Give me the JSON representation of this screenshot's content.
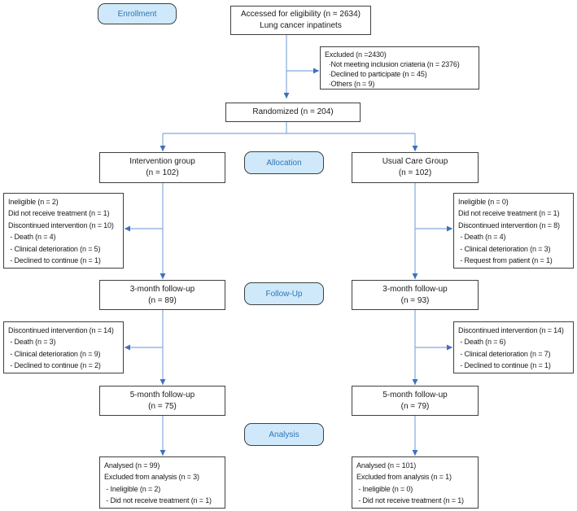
{
  "stage_labels": {
    "enrollment": "Enrollment",
    "allocation": "Allocation",
    "follow_up": "Follow-Up",
    "analysis": "Analysis"
  },
  "boxes": {
    "eligibility": {
      "lines": [
        "Accessed for eligibility (n = 2634)",
        "Lung cancer inpatinets"
      ]
    },
    "excluded": {
      "lines": [
        "Excluded (n =2430)",
        "  ·Not meeting inclusion criateria (n = 2376)",
        "  ·Declined to participate (n = 45)",
        "  ·Others (n = 9)"
      ]
    },
    "randomized": {
      "lines": [
        "Randomized (n = 204)"
      ]
    },
    "intervention_group": {
      "lines": [
        "Intervention group",
        "(n = 102)"
      ]
    },
    "usual_care_group": {
      "lines": [
        "Usual Care Group",
        "(n = 102)"
      ]
    },
    "intervention_dropout_1": {
      "lines": [
        "Ineligible (n = 2)",
        "Did not receive treatment (n = 1)",
        "Discontinued intervention (n = 10)",
        " - Death (n = 4)",
        " - Clinical deterioration (n = 5)",
        " - Declined to continue (n = 1)"
      ]
    },
    "usual_care_dropout_1": {
      "lines": [
        "Ineligible (n = 0)",
        "Did not receive treatment (n = 1)",
        "Discontinued intervention (n = 8)",
        " - Death (n = 4)",
        " - Clinical deterioration (n = 3)",
        " - Request from patient (n = 1)"
      ]
    },
    "followup3_intervention": {
      "lines": [
        "3-month follow-up",
        "(n = 89)"
      ]
    },
    "followup3_usual_care": {
      "lines": [
        "3-month follow-up",
        "(n = 93)"
      ]
    },
    "intervention_dropout_2": {
      "lines": [
        "Discontinued intervention (n = 14)",
        " - Death (n = 3)",
        " - Clinical deterioration (n = 9)",
        " - Declined to continue (n = 2)"
      ]
    },
    "usual_care_dropout_2": {
      "lines": [
        "Discontinued intervention (n = 14)",
        " - Death (n = 6)",
        " - Clinical deterioration (n = 7)",
        " - Declined to continue (n = 1)"
      ]
    },
    "followup5_intervention": {
      "lines": [
        "5-month follow-up",
        "(n = 75)"
      ]
    },
    "followup5_usual_care": {
      "lines": [
        "5-month follow-up",
        "(n = 79)"
      ]
    },
    "analysed_intervention": {
      "lines": [
        "Analysed (n = 99)",
        "Excluded from analysis (n = 3)",
        " - Ineligible (n = 2)",
        " - Did not receive treatment (n = 1)"
      ]
    },
    "analysed_usual_care": {
      "lines": [
        "Analysed (n = 101)",
        "Excluded from analysis (n = 1)",
        " - Ineligible (n = 0)",
        " - Did not receive treatment (n = 1)"
      ]
    }
  },
  "colors": {
    "stage_label_fill": "#cfe9fb",
    "stage_label_text": "#2e75b6",
    "box_border": "#404040",
    "arrow_line": "#85a9da",
    "arrow_head": "#3f6fbf"
  }
}
